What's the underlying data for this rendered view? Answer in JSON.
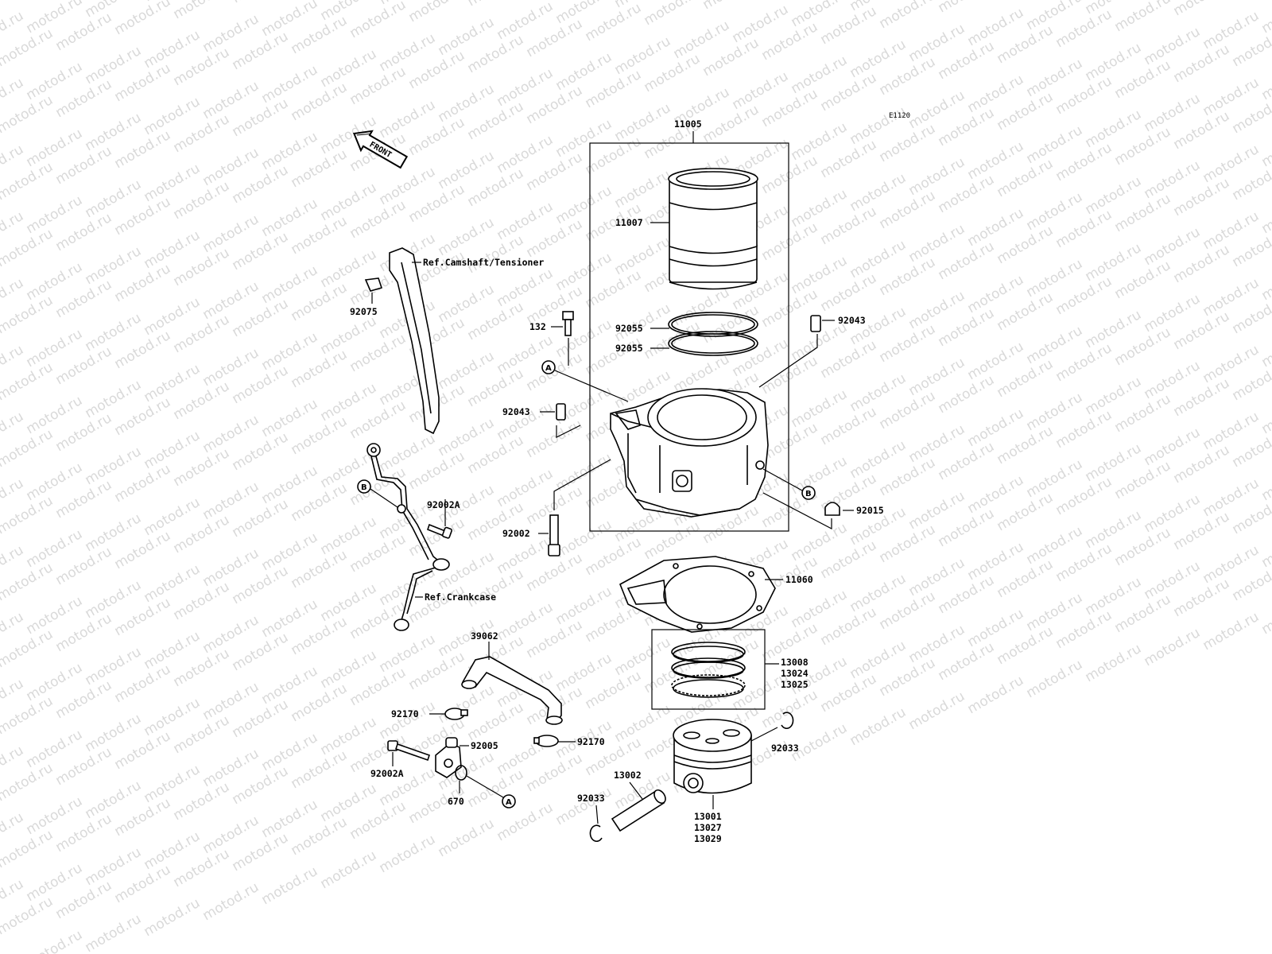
{
  "watermark": "motod.ru",
  "diagram_code": "E1120",
  "front_label": "FRONT",
  "callout_markers": {
    "a": "A",
    "b": "B"
  },
  "labels": {
    "p11005": "11005",
    "p11007": "11007",
    "ref_camshaft": "Ref.Camshaft/Tensioner",
    "p92075": "92075",
    "p132": "132",
    "p92055_a": "92055",
    "p92055_b": "92055",
    "p92043_r": "92043",
    "p92043_l": "92043",
    "p92002A_top": "92002A",
    "p92002": "92002",
    "p92015": "92015",
    "p11060": "11060",
    "ref_crankcase": "Ref.Crankcase",
    "p39062": "39062",
    "p92170_l": "92170",
    "p92005": "92005",
    "p92170_r": "92170",
    "p92002A_bot": "92002A",
    "p670": "670",
    "p13008": "13008",
    "p13024": "13024",
    "p13025": "13025",
    "p92033_r": "92033",
    "p13002": "13002",
    "p92033_l": "92033",
    "p13001": "13001",
    "p13027": "13027",
    "p13029": "13029"
  }
}
